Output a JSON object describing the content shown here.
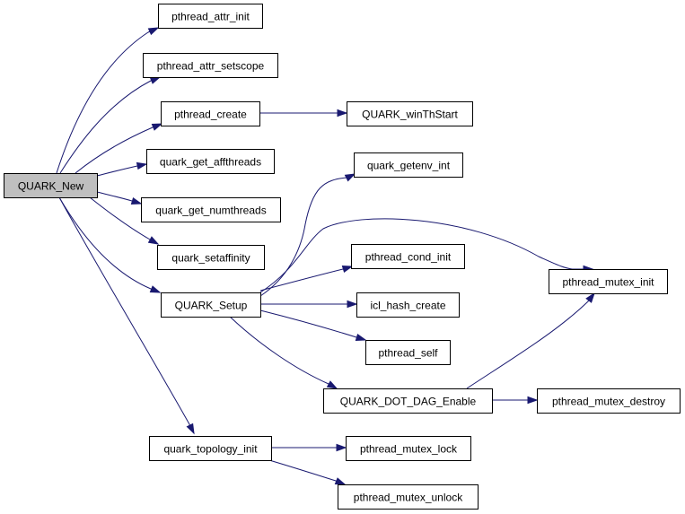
{
  "graph": {
    "edge_color": "#191970",
    "root_fill": "#bfbfbf",
    "nodes": {
      "quark_new": "QUARK_New",
      "pthread_attr_init": "pthread_attr_init",
      "pthread_attr_setscope": "pthread_attr_setscope",
      "pthread_create": "pthread_create",
      "quark_winthstart": "QUARK_winThStart",
      "quark_get_affthreads": "quark_get_affthreads",
      "quark_get_numthreads": "quark_get_numthreads",
      "quark_setaffinity": "quark_setaffinity",
      "quark_setup": "QUARK_Setup",
      "quark_getenv_int": "quark_getenv_int",
      "pthread_cond_init": "pthread_cond_init",
      "icl_hash_create": "icl_hash_create",
      "pthread_self": "pthread_self",
      "quark_dot_dag_enable": "QUARK_DOT_DAG_Enable",
      "pthread_mutex_init": "pthread_mutex_init",
      "pthread_mutex_destroy": "pthread_mutex_destroy",
      "quark_topology_init": "quark_topology_init",
      "pthread_mutex_lock": "pthread_mutex_lock",
      "pthread_mutex_unlock": "pthread_mutex_unlock"
    },
    "edges": [
      [
        "quark_new",
        "pthread_attr_init"
      ],
      [
        "quark_new",
        "pthread_attr_setscope"
      ],
      [
        "quark_new",
        "pthread_create"
      ],
      [
        "quark_new",
        "quark_get_affthreads"
      ],
      [
        "quark_new",
        "quark_get_numthreads"
      ],
      [
        "quark_new",
        "quark_setaffinity"
      ],
      [
        "quark_new",
        "quark_setup"
      ],
      [
        "quark_new",
        "quark_topology_init"
      ],
      [
        "pthread_create",
        "quark_winthstart"
      ],
      [
        "quark_setup",
        "quark_getenv_int"
      ],
      [
        "quark_setup",
        "pthread_mutex_init"
      ],
      [
        "quark_setup",
        "pthread_cond_init"
      ],
      [
        "quark_setup",
        "icl_hash_create"
      ],
      [
        "quark_setup",
        "pthread_self"
      ],
      [
        "quark_setup",
        "quark_dot_dag_enable"
      ],
      [
        "quark_dot_dag_enable",
        "pthread_mutex_init"
      ],
      [
        "quark_dot_dag_enable",
        "pthread_mutex_destroy"
      ],
      [
        "quark_topology_init",
        "pthread_mutex_lock"
      ],
      [
        "quark_topology_init",
        "pthread_mutex_unlock"
      ]
    ]
  }
}
